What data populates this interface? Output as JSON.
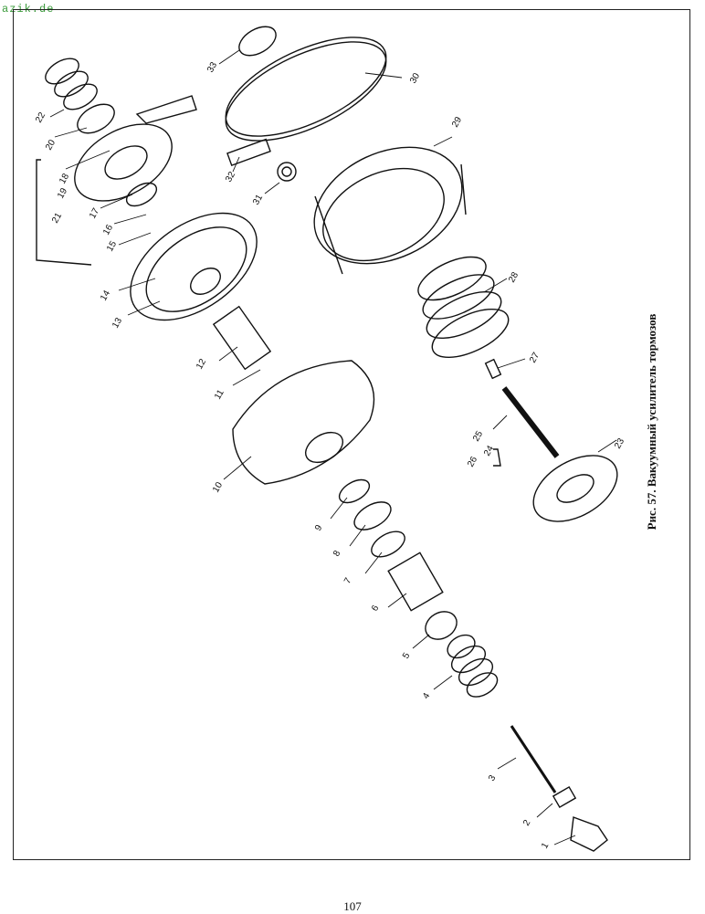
{
  "watermark": "azik.de",
  "caption": "Рис. 57. Вакуумный усилитель тормозов",
  "page_number": "107",
  "callouts": [
    "1",
    "2",
    "3",
    "4",
    "5",
    "6",
    "7",
    "8",
    "9",
    "10",
    "11",
    "12",
    "13",
    "14",
    "15",
    "16",
    "17",
    "18",
    "19",
    "20",
    "21",
    "22",
    "23",
    "24",
    "25",
    "26",
    "27",
    "28",
    "29",
    "30",
    "31",
    "32",
    "33"
  ],
  "line_color": "#111111"
}
